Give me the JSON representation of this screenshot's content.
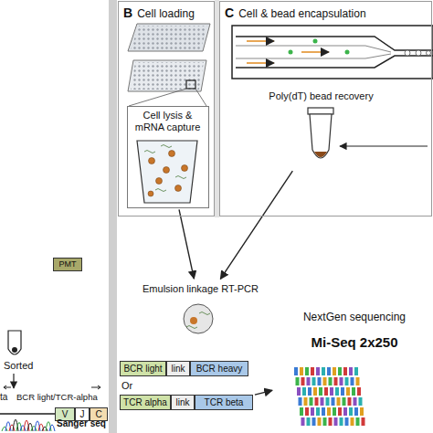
{
  "diagram": {
    "nodes": [
      {
        "text": [
          "B",
          "Cell loading"
        ]
      },
      {
        "text": [
          "Cell lysis & mRNA capture"
        ],
        "in": 0
      },
      {
        "text": [
          "C",
          "Cell & bead encapsulation"
        ]
      },
      {
        "text": [
          "Poly(dT) bead recovery"
        ],
        "in": 2
      },
      {
        "text": [
          "PMT"
        ]
      },
      {
        "text": [
          "Emulsion linkage RT-PCR"
        ]
      },
      {
        "text": [
          "V"
        ]
      },
      {
        "text": [
          "J"
        ]
      },
      {
        "text": [
          "C"
        ]
      },
      {
        "text": [
          "BCR light"
        ]
      },
      {
        "text": [
          "link"
        ]
      },
      {
        "text": [
          "BCR heavy"
        ]
      },
      {
        "text": [
          "TCR alpha"
        ]
      },
      {
        "text": [
          "link"
        ]
      },
      {
        "text": [
          "TCR beta"
        ]
      },
      {
        "text": [
          "NextGen sequencing",
          "Mi-Seq 2x250"
        ]
      }
    ],
    "edges": [
      {
        "from": 1,
        "to": 5,
        "arrow": "to"
      },
      {
        "from": 3,
        "to": 5,
        "arrow": "to"
      },
      {
        "from": 14,
        "to": 15,
        "arrow": "to"
      }
    ],
    "labels": [
      "Sorted",
      "ta",
      "BCR light/TCR-alpha",
      "Sanger seq",
      "Or"
    ]
  }
}
